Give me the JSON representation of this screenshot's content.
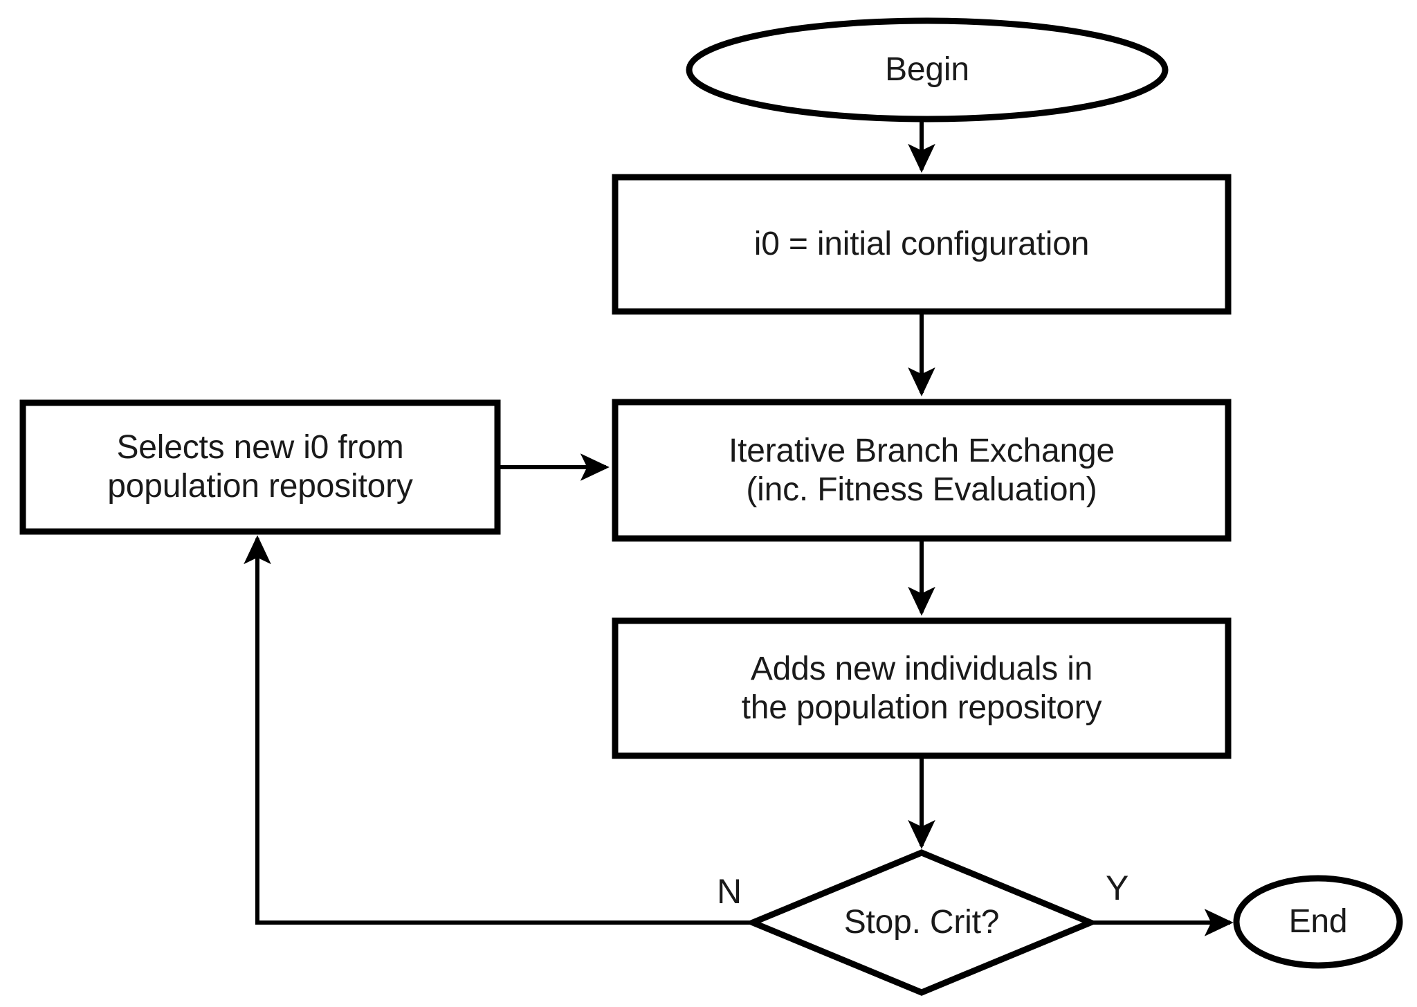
{
  "diagram": {
    "type": "flowchart",
    "orientation": "top-to-bottom",
    "background_color": "#ffffff",
    "line_color": "#000000",
    "text_color": "#1a1a1a",
    "nodes": [
      {
        "id": "begin",
        "shape": "ellipse",
        "label": "Begin",
        "role": "start-terminator"
      },
      {
        "id": "init",
        "shape": "rectangle",
        "label": "i0 = initial configuration",
        "role": "process"
      },
      {
        "id": "iterative",
        "shape": "rectangle",
        "label": "Iterative Branch Exchange\n(inc. Fitness Evaluation)",
        "role": "process"
      },
      {
        "id": "select",
        "shape": "rectangle",
        "label": "Selects new i0 from\npopulation repository",
        "role": "process"
      },
      {
        "id": "adds",
        "shape": "rectangle",
        "label": "Adds new individuals in\nthe population repository",
        "role": "process"
      },
      {
        "id": "stopcrit",
        "shape": "diamond",
        "label": "Stop. Crit?",
        "role": "decision"
      },
      {
        "id": "end",
        "shape": "ellipse",
        "label": "End",
        "role": "end-terminator"
      }
    ],
    "edges": [
      {
        "id": "begin-init",
        "from": "begin",
        "to": "init",
        "label": ""
      },
      {
        "id": "init-iterative",
        "from": "init",
        "to": "iterative",
        "label": ""
      },
      {
        "id": "select-iterative",
        "from": "select",
        "to": "iterative",
        "label": ""
      },
      {
        "id": "iterative-adds",
        "from": "iterative",
        "to": "adds",
        "label": ""
      },
      {
        "id": "adds-stopcrit",
        "from": "adds",
        "to": "stopcrit",
        "label": ""
      },
      {
        "id": "stopcrit-select",
        "from": "stopcrit",
        "to": "select",
        "label": "N"
      },
      {
        "id": "stopcrit-end",
        "from": "stopcrit",
        "to": "end",
        "label": "Y"
      }
    ],
    "edge_labels": {
      "no": "N",
      "yes": "Y"
    }
  }
}
